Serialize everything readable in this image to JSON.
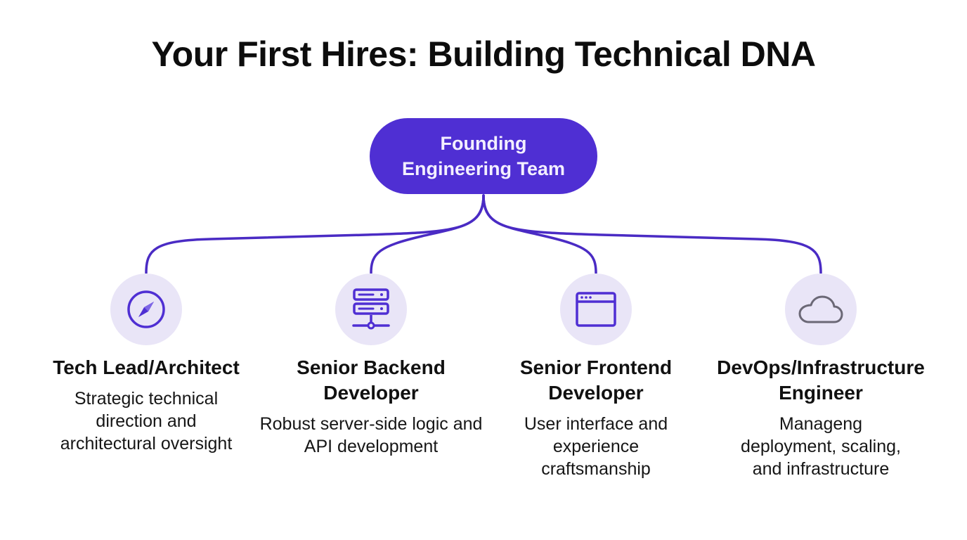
{
  "title": "Your First Hires: Building Technical DNA",
  "root": {
    "label": "Founding Engineering Team"
  },
  "colors": {
    "accent": "#4f2fd3",
    "icon_bg": "#e9e5f7",
    "connector": "#4a2bc4"
  },
  "roles": [
    {
      "icon": "compass-icon",
      "title": "Tech Lead/Architect",
      "description": "Strategic technical direction and architectural oversight"
    },
    {
      "icon": "server-icon",
      "title": "Senior Backend Developer",
      "description": "Robust server-side logic and API development"
    },
    {
      "icon": "browser-window-icon",
      "title": "Senior Frontend Developer",
      "description": "User interface and experience craftsmanship"
    },
    {
      "icon": "cloud-icon",
      "title": "DevOps/Infrastructure Engineer",
      "description": "Manageng deployment, scaling, and infrastructure"
    }
  ]
}
